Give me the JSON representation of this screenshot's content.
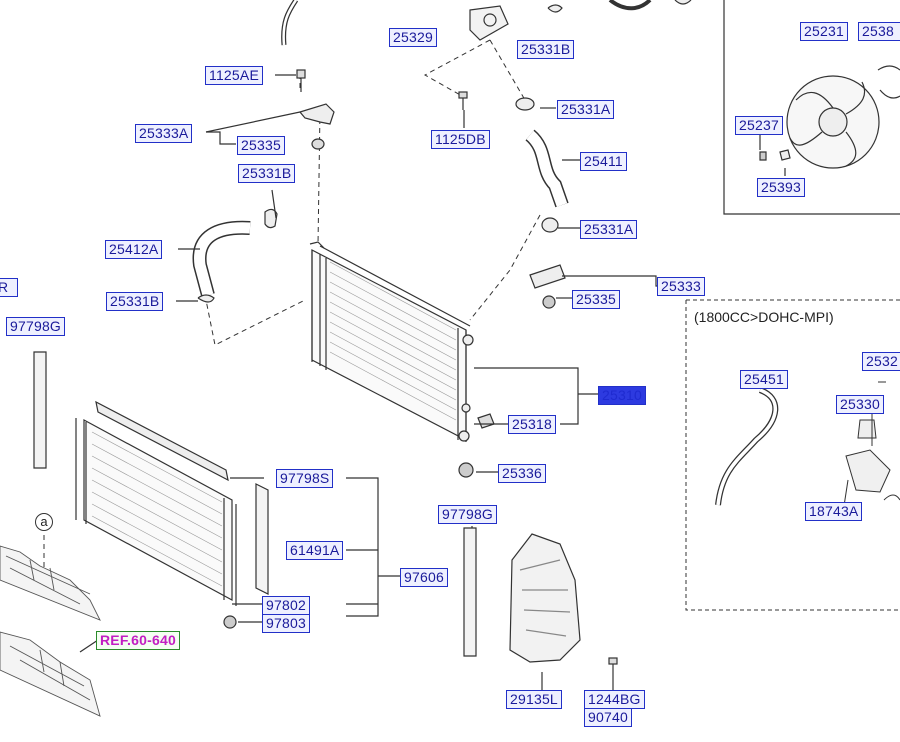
{
  "labels": {
    "p25329": "25329",
    "p25331B_top": "25331B",
    "p1125AE": "1125AE",
    "p25333A": "25333A",
    "p25335_left": "25335",
    "p25331B_mid": "25331B",
    "p25412A": "25412A",
    "p25331B_low": "25331B",
    "p1125DB": "1125DB",
    "p25331A_top": "25331A",
    "p25411": "25411",
    "p25331A_mid": "25331A",
    "p25333": "25333",
    "p25335_right": "25335",
    "p25310": "25310",
    "p25318": "25318",
    "p25336": "25336",
    "p97798G_left": "97798G",
    "p97798S": "97798S",
    "p61491A": "61491A",
    "p97606": "97606",
    "p97802": "97802",
    "p97803": "97803",
    "p97798G_mid": "97798G",
    "p29135L": "29135L",
    "p1244BG": "1244BG",
    "p90740": "90740",
    "ref": "REF.60-640",
    "p25231": "25231",
    "p2538x": "2538",
    "p25237": "25237",
    "p25393": "25393",
    "p25451": "25451",
    "p2532x": "2532",
    "p25330": "25330",
    "p18743A": "18743A",
    "edgeR": "R"
  },
  "callout_a": "a",
  "engine_variant": "(1800CC>DOHC-MPI)",
  "colors": {
    "label_border": "#2230c8",
    "label_fill": "#eef0ff",
    "label_text": "#1a1a9a",
    "selected_fill": "#2d3ae0",
    "ref_text": "#c21fc2",
    "ref_border": "#2a8a2a"
  }
}
